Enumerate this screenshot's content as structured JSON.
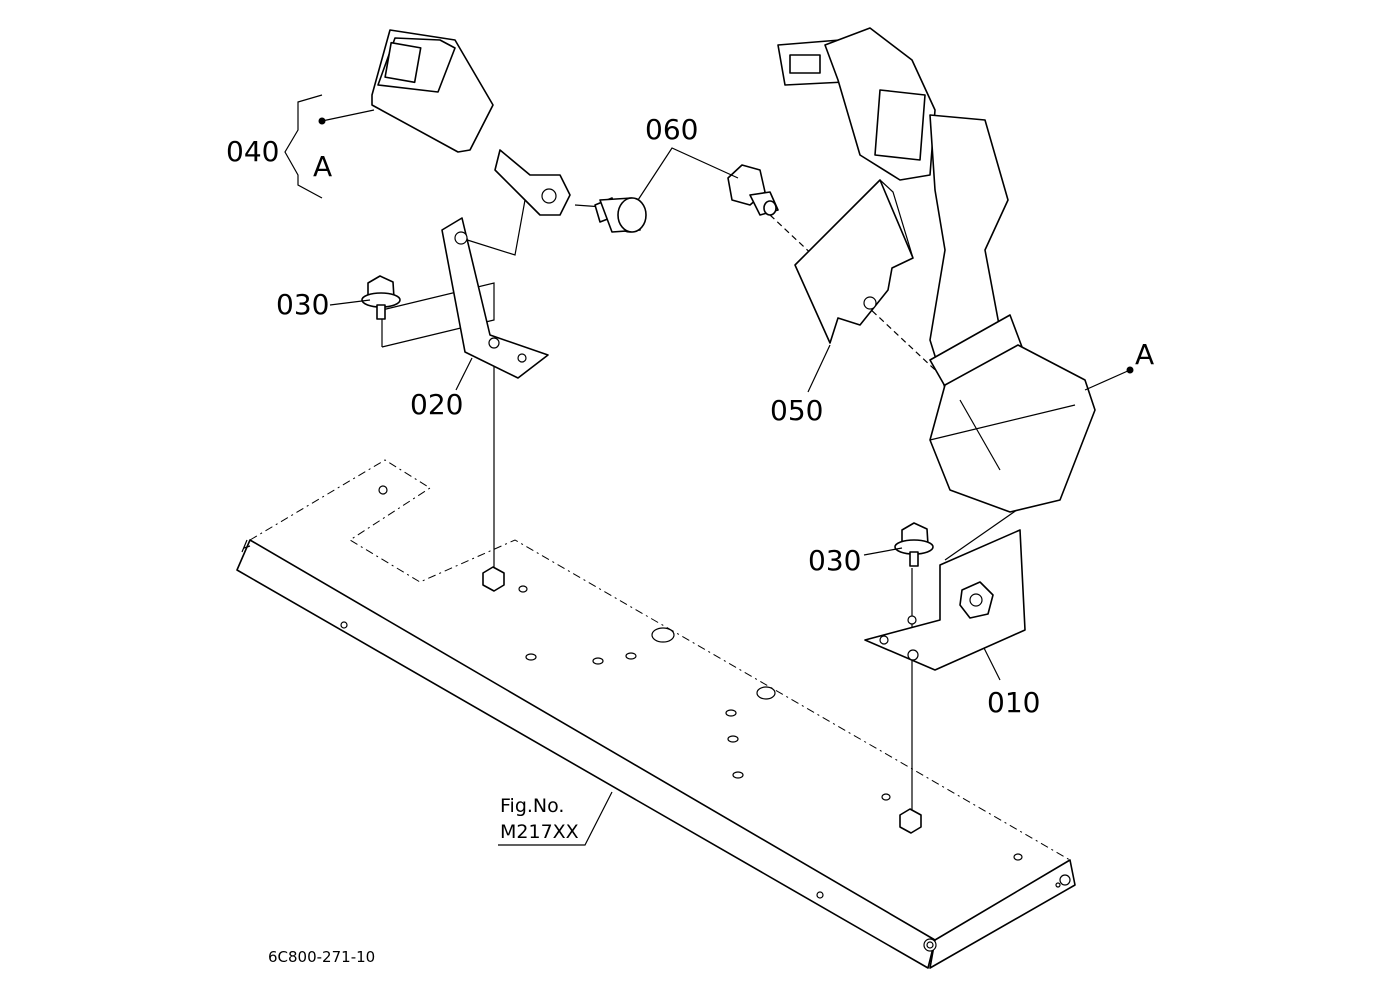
{
  "labels": {
    "p010": "010",
    "p020": "020",
    "p030_left": "030",
    "p030_right": "030",
    "p040": "040",
    "p050": "050",
    "p060": "060",
    "ref_a_left": "A",
    "ref_a_right": "A"
  },
  "figure_ref": {
    "line1": "Fig.No.",
    "line2": "M217XX"
  },
  "drawing_code": "6C800-271-10"
}
